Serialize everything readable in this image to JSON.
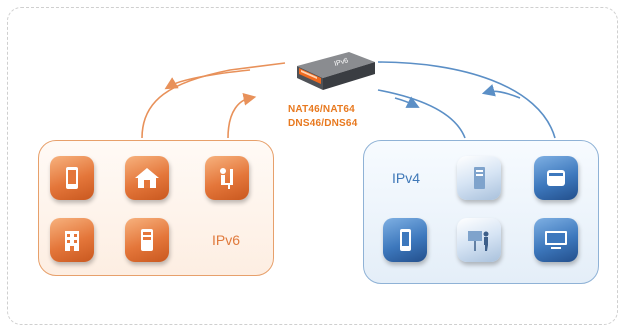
{
  "ipv6_network": {
    "label": "IPv6",
    "devices": [
      {
        "icon": "smartphone-icon"
      },
      {
        "icon": "home-icon"
      },
      {
        "icon": "person-at-desk-icon"
      },
      {
        "icon": "office-building-icon"
      },
      {
        "icon": "tablet-icon"
      }
    ],
    "accent_color": "#e07a3c"
  },
  "ipv4_network": {
    "label": "IPv4",
    "devices": [
      {
        "icon": "server-tower-icon"
      },
      {
        "icon": "storage-icon"
      },
      {
        "icon": "smartphone-icon"
      },
      {
        "icon": "presentation-icon"
      },
      {
        "icon": "monitor-icon"
      }
    ],
    "accent_color": "#3f78b8"
  },
  "translator": {
    "icon": "router-gateway-icon",
    "protocols": [
      "NAT46/NAT64",
      "DNS46/DNS64"
    ],
    "accent_color": "#e8791f"
  }
}
